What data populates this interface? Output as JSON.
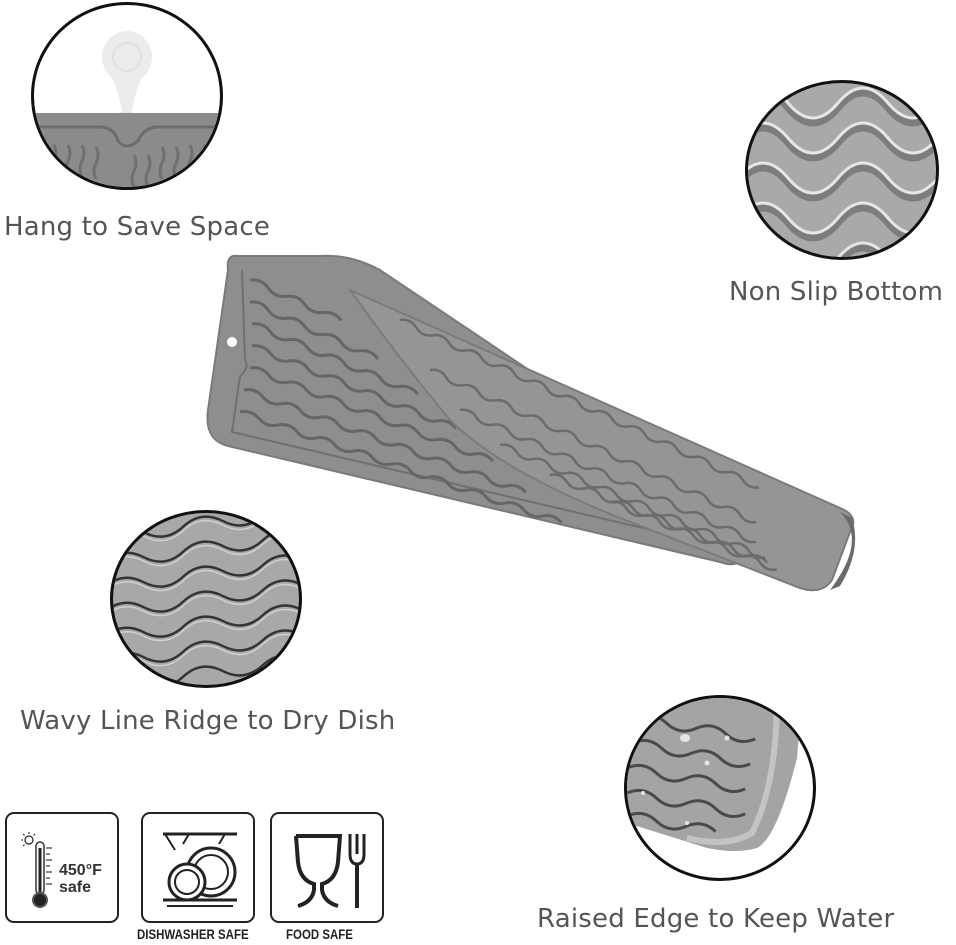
{
  "features": [
    {
      "id": "hang",
      "caption": "Hang to Save Space",
      "icon": "hanging-hook-closeup"
    },
    {
      "id": "non-slip",
      "caption": "Non Slip Bottom",
      "icon": "wavy-bottom-texture-closeup"
    },
    {
      "id": "wavy-ridge",
      "caption": "Wavy Line Ridge to Dry Dish",
      "icon": "wavy-ridge-closeup"
    },
    {
      "id": "raised-edge",
      "caption": "Raised Edge to Keep Water",
      "icon": "raised-edge-corner-closeup"
    }
  ],
  "product": {
    "name": "silicone-drying-mat",
    "color": "#8a8a8a"
  },
  "badges": [
    {
      "id": "heat",
      "line1": "450",
      "unit": "°F",
      "line2": "safe",
      "icon": "thermometer-icon",
      "label": ""
    },
    {
      "id": "dishwasher",
      "label": "DISHWASHER SAFE",
      "icon": "dishwasher-icon"
    },
    {
      "id": "food",
      "label": "FOOD SAFE",
      "icon": "glass-fork-icon"
    }
  ],
  "colors": {
    "mat": "#8c8c8c",
    "mat_dark": "#6f6f6f",
    "mat_light": "#a5a5a5",
    "caption": "#555555",
    "outline": "#111111"
  }
}
